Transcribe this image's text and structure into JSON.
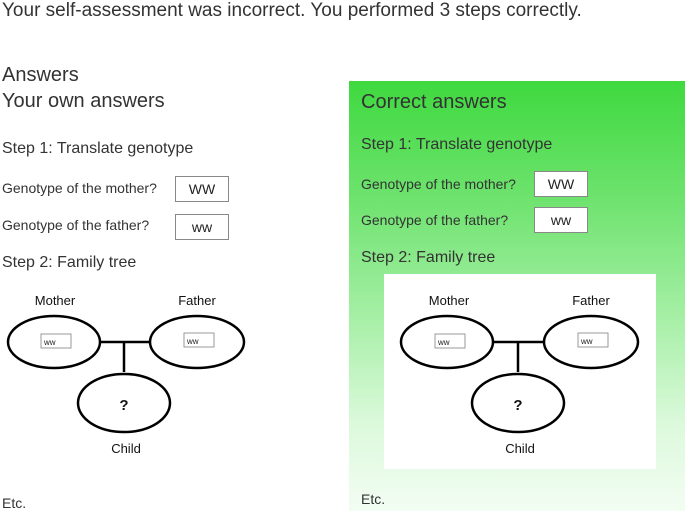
{
  "status_message": "Your self-assessment was incorrect. You performed 3 steps correctly.",
  "answers_heading": "Answers",
  "own": {
    "heading": "Your own answers",
    "step1": "Step 1: Translate genotype",
    "mother_question": "Genotype of the mother?",
    "mother_value": "WW",
    "father_question": "Genotype of the father?",
    "father_value": "ww",
    "step2": "Step 2: Family tree",
    "tree": {
      "mother_label": "Mother",
      "father_label": "Father",
      "child_label": "Child",
      "mother_box": "ww",
      "father_box": "ww",
      "child_mark": "?"
    },
    "etc": "Etc."
  },
  "correct": {
    "heading": "Correct answers",
    "step1": "Step 1: Translate genotype",
    "mother_question": "Genotype of the mother?",
    "mother_value": "WW",
    "father_question": "Genotype of the father?",
    "father_value": "ww",
    "step2": "Step 2: Family tree",
    "tree": {
      "mother_label": "Mother",
      "father_label": "Father",
      "child_label": "Child",
      "mother_box": "ww",
      "father_box": "ww",
      "child_mark": "?"
    },
    "etc": "Etc."
  },
  "colors": {
    "correct_panel_top": "#3fd93f",
    "correct_panel_bottom": "#f3fdf3"
  }
}
